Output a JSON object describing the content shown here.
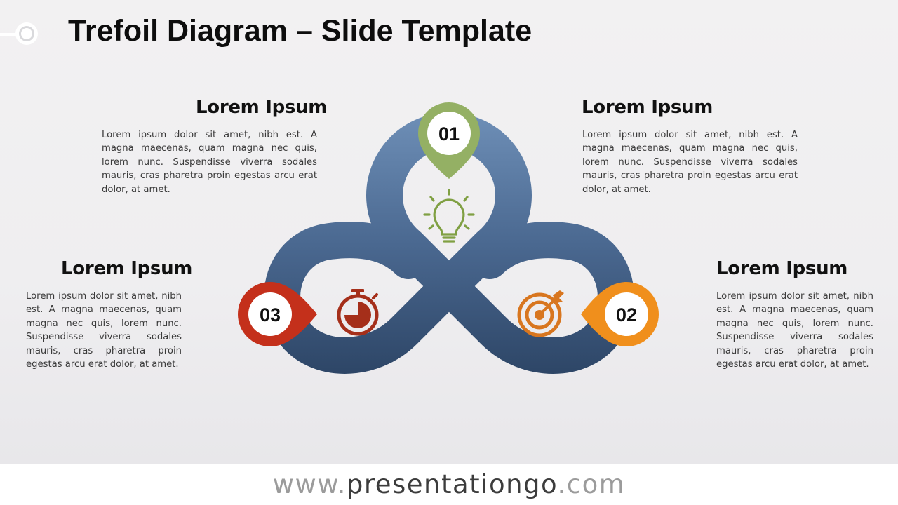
{
  "slide": {
    "title": "Trefoil Diagram – Slide Template"
  },
  "colors": {
    "ribbon_top": "#6e8fb7",
    "ribbon_bottom": "#263d5c",
    "green": "#94b064",
    "orange": "#f08f1c",
    "red": "#c4301b",
    "icon_green": "#80a043",
    "icon_orange": "#d8761f",
    "icon_red": "#a52f1a"
  },
  "items": [
    {
      "number": "01",
      "heading": "Lorem Ipsum",
      "text": "Lorem ipsum dolor sit amet, nibh est. A magna maecenas, quam magna nec quis, lorem nunc. Suspendisse viverra sodales mauris, cras pharetra proin egestas arcu erat dolor, at amet.",
      "icon": "lightbulb-icon"
    },
    {
      "number": "02",
      "heading": "Lorem Ipsum",
      "text": "Lorem ipsum dolor sit amet, nibh est. A magna maecenas, quam magna nec quis, lorem nunc. Suspendisse viverra sodales mauris, cras pharetra proin egestas arcu erat dolor, at amet.",
      "icon": "target-icon"
    },
    {
      "number": "03",
      "heading": "Lorem Ipsum",
      "text": "Lorem ipsum dolor sit amet, nibh est. A magna maecenas, quam magna nec quis, lorem nunc. Suspendisse viverra sodales mauris, cras pharetra proin egestas arcu erat dolor, at amet.",
      "icon": "stopwatch-icon"
    }
  ],
  "extra_text": {
    "heading": "Lorem Ipsum",
    "text": "Lorem ipsum dolor sit amet, nibh est. A magna maecenas, quam magna nec quis, lorem nunc. Suspendisse viverra sodales mauris, cras pharetra proin egestas arcu erat dolor, at amet."
  },
  "footer": {
    "prefix": "www.",
    "domain": "presentationgo",
    "suffix": ".com"
  }
}
